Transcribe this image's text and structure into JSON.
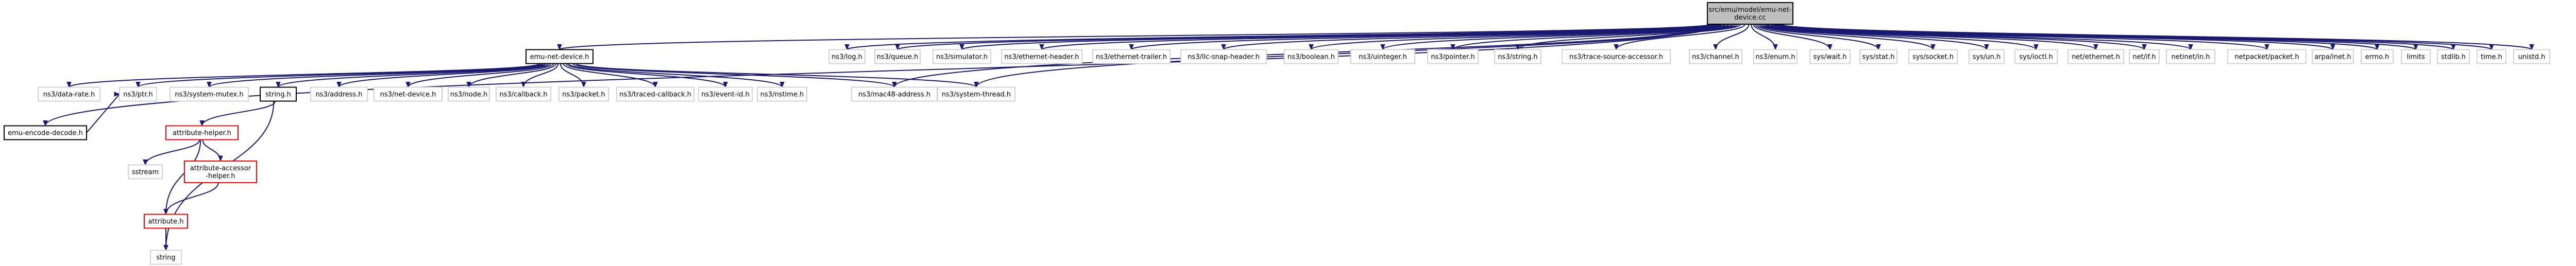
{
  "diagram": {
    "type": "include-dependency-graph",
    "colors": {
      "edge": "#191970",
      "root_fill": "#bfbfbf",
      "root_border": "#000000",
      "documented_border": "#000000",
      "truncated_border": "#ff0000",
      "external_border": "#d3d3d3",
      "node_fill": "#ffffff"
    },
    "nodes": [
      {
        "id": "root",
        "lines": [
          "src/emu/model/emu-net-",
          "device.cc"
        ],
        "style": "root"
      },
      {
        "id": "emu_net_device_h",
        "lines": [
          "emu-net-device.h"
        ],
        "style": "documented"
      },
      {
        "id": "ns3_log",
        "lines": [
          "ns3/log.h"
        ],
        "style": "external"
      },
      {
        "id": "ns3_queue",
        "lines": [
          "ns3/queue.h"
        ],
        "style": "external"
      },
      {
        "id": "ns3_simulator",
        "lines": [
          "ns3/simulator.h"
        ],
        "style": "external"
      },
      {
        "id": "ns3_ethernet_header",
        "lines": [
          "ns3/ethernet-header.h"
        ],
        "style": "external"
      },
      {
        "id": "ns3_ethernet_trailer",
        "lines": [
          "ns3/ethernet-trailer.h"
        ],
        "style": "external"
      },
      {
        "id": "ns3_llc_snap",
        "lines": [
          "ns3/llc-snap-header.h"
        ],
        "style": "external"
      },
      {
        "id": "ns3_boolean",
        "lines": [
          "ns3/boolean.h"
        ],
        "style": "external"
      },
      {
        "id": "ns3_uinteger",
        "lines": [
          "ns3/uinteger.h"
        ],
        "style": "external"
      },
      {
        "id": "ns3_pointer",
        "lines": [
          "ns3/pointer.h"
        ],
        "style": "external"
      },
      {
        "id": "ns3_string",
        "lines": [
          "ns3/string.h"
        ],
        "style": "external"
      },
      {
        "id": "ns3_trace_source_accessor",
        "lines": [
          "ns3/trace-source-accessor.h"
        ],
        "style": "external"
      },
      {
        "id": "ns3_channel",
        "lines": [
          "ns3/channel.h"
        ],
        "style": "external"
      },
      {
        "id": "ns3_enum",
        "lines": [
          "ns3/enum.h"
        ],
        "style": "external"
      },
      {
        "id": "sys_wait",
        "lines": [
          "sys/wait.h"
        ],
        "style": "external"
      },
      {
        "id": "sys_stat",
        "lines": [
          "sys/stat.h"
        ],
        "style": "external"
      },
      {
        "id": "sys_socket",
        "lines": [
          "sys/socket.h"
        ],
        "style": "external"
      },
      {
        "id": "sys_un",
        "lines": [
          "sys/un.h"
        ],
        "style": "external"
      },
      {
        "id": "sys_ioctl",
        "lines": [
          "sys/ioctl.h"
        ],
        "style": "external"
      },
      {
        "id": "net_ethernet",
        "lines": [
          "net/ethernet.h"
        ],
        "style": "external"
      },
      {
        "id": "net_if",
        "lines": [
          "net/if.h"
        ],
        "style": "external"
      },
      {
        "id": "netinet_in",
        "lines": [
          "netinet/in.h"
        ],
        "style": "external"
      },
      {
        "id": "netpacket_packet",
        "lines": [
          "netpacket/packet.h"
        ],
        "style": "external"
      },
      {
        "id": "arpa_inet",
        "lines": [
          "arpa/inet.h"
        ],
        "style": "external"
      },
      {
        "id": "errno",
        "lines": [
          "errno.h"
        ],
        "style": "external"
      },
      {
        "id": "limits",
        "lines": [
          "limits"
        ],
        "style": "external"
      },
      {
        "id": "stdlib",
        "lines": [
          "stdlib.h"
        ],
        "style": "external"
      },
      {
        "id": "time",
        "lines": [
          "time.h"
        ],
        "style": "external"
      },
      {
        "id": "unistd",
        "lines": [
          "unistd.h"
        ],
        "style": "external"
      },
      {
        "id": "emu_encode_decode",
        "lines": [
          "emu-encode-decode.h"
        ],
        "style": "documented"
      },
      {
        "id": "ns3_data_rate",
        "lines": [
          "ns3/data-rate.h"
        ],
        "style": "external"
      },
      {
        "id": "ns3_ptr",
        "lines": [
          "ns3/ptr.h"
        ],
        "style": "external"
      },
      {
        "id": "ns3_system_mutex",
        "lines": [
          "ns3/system-mutex.h"
        ],
        "style": "external"
      },
      {
        "id": "string_h",
        "lines": [
          "string.h"
        ],
        "style": "documented"
      },
      {
        "id": "ns3_address",
        "lines": [
          "ns3/address.h"
        ],
        "style": "external"
      },
      {
        "id": "ns3_net_device",
        "lines": [
          "ns3/net-device.h"
        ],
        "style": "external"
      },
      {
        "id": "ns3_node",
        "lines": [
          "ns3/node.h"
        ],
        "style": "external"
      },
      {
        "id": "ns3_callback",
        "lines": [
          "ns3/callback.h"
        ],
        "style": "external"
      },
      {
        "id": "ns3_packet",
        "lines": [
          "ns3/packet.h"
        ],
        "style": "external"
      },
      {
        "id": "ns3_traced_callback",
        "lines": [
          "ns3/traced-callback.h"
        ],
        "style": "external"
      },
      {
        "id": "ns3_event_id",
        "lines": [
          "ns3/event-id.h"
        ],
        "style": "external"
      },
      {
        "id": "ns3_nstime",
        "lines": [
          "ns3/nstime.h"
        ],
        "style": "external"
      },
      {
        "id": "ns3_mac48",
        "lines": [
          "ns3/mac48-address.h"
        ],
        "style": "external"
      },
      {
        "id": "ns3_system_thread",
        "lines": [
          "ns3/system-thread.h"
        ],
        "style": "external"
      },
      {
        "id": "attribute_helper",
        "lines": [
          "attribute-helper.h"
        ],
        "style": "truncated"
      },
      {
        "id": "sstream",
        "lines": [
          "sstream"
        ],
        "style": "external"
      },
      {
        "id": "attribute_accessor_helper",
        "lines": [
          "attribute-accessor",
          "-helper.h"
        ],
        "style": "truncated"
      },
      {
        "id": "attribute_h",
        "lines": [
          "attribute.h"
        ],
        "style": "truncated"
      },
      {
        "id": "string_std",
        "lines": [
          "string"
        ],
        "style": "external"
      }
    ],
    "edges": [
      [
        "root",
        "emu_net_device_h"
      ],
      [
        "root",
        "ns3_log"
      ],
      [
        "root",
        "ns3_queue"
      ],
      [
        "root",
        "ns3_simulator"
      ],
      [
        "root",
        "ns3_ethernet_header"
      ],
      [
        "root",
        "ns3_ethernet_trailer"
      ],
      [
        "root",
        "ns3_llc_snap"
      ],
      [
        "root",
        "ns3_boolean"
      ],
      [
        "root",
        "ns3_uinteger"
      ],
      [
        "root",
        "ns3_pointer"
      ],
      [
        "root",
        "ns3_string"
      ],
      [
        "root",
        "ns3_trace_source_accessor"
      ],
      [
        "root",
        "ns3_channel"
      ],
      [
        "root",
        "ns3_enum"
      ],
      [
        "root",
        "sys_wait"
      ],
      [
        "root",
        "sys_stat"
      ],
      [
        "root",
        "sys_socket"
      ],
      [
        "root",
        "sys_un"
      ],
      [
        "root",
        "sys_ioctl"
      ],
      [
        "root",
        "net_ethernet"
      ],
      [
        "root",
        "net_if"
      ],
      [
        "root",
        "netinet_in"
      ],
      [
        "root",
        "netpacket_packet"
      ],
      [
        "root",
        "arpa_inet"
      ],
      [
        "root",
        "errno"
      ],
      [
        "root",
        "limits"
      ],
      [
        "root",
        "stdlib"
      ],
      [
        "root",
        "time"
      ],
      [
        "root",
        "unistd"
      ],
      [
        "root",
        "emu_encode_decode"
      ],
      [
        "root",
        "ns3_mac48"
      ],
      [
        "root",
        "ns3_system_thread"
      ],
      [
        "emu_net_device_h",
        "ns3_data_rate"
      ],
      [
        "emu_net_device_h",
        "ns3_ptr"
      ],
      [
        "emu_net_device_h",
        "ns3_system_mutex"
      ],
      [
        "emu_net_device_h",
        "string_h"
      ],
      [
        "emu_net_device_h",
        "ns3_address"
      ],
      [
        "emu_net_device_h",
        "ns3_net_device"
      ],
      [
        "emu_net_device_h",
        "ns3_node"
      ],
      [
        "emu_net_device_h",
        "ns3_callback"
      ],
      [
        "emu_net_device_h",
        "ns3_packet"
      ],
      [
        "emu_net_device_h",
        "ns3_traced_callback"
      ],
      [
        "emu_net_device_h",
        "ns3_event_id"
      ],
      [
        "emu_net_device_h",
        "ns3_nstime"
      ],
      [
        "emu_net_device_h",
        "ns3_mac48"
      ],
      [
        "emu_net_device_h",
        "ns3_system_thread"
      ],
      [
        "emu_encode_decode",
        "ns3_ptr"
      ],
      [
        "string_h",
        "attribute_helper"
      ],
      [
        "string_h",
        "string_std"
      ],
      [
        "attribute_helper",
        "sstream"
      ],
      [
        "attribute_helper",
        "attribute_accessor_helper"
      ],
      [
        "attribute_helper",
        "attribute_h"
      ],
      [
        "attribute_accessor_helper",
        "attribute_h"
      ],
      [
        "attribute_h",
        "string_std"
      ]
    ]
  }
}
